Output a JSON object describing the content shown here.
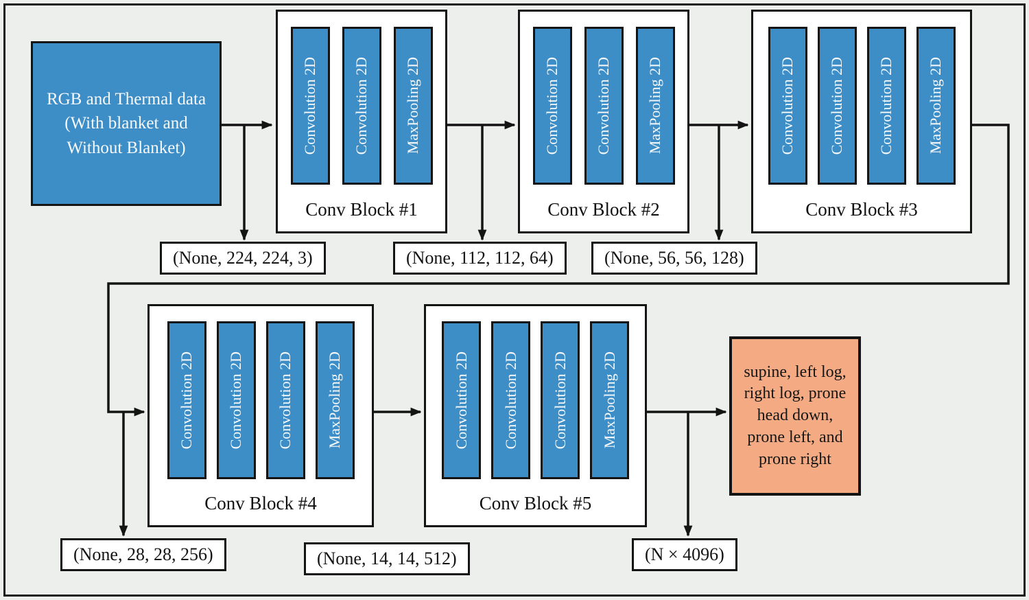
{
  "colors": {
    "block_fill": "#3d8dc6",
    "output_fill": "#f4ab84",
    "background": "#edefed",
    "line": "#141414"
  },
  "input_box": {
    "text": "RGB and Thermal data\n(With blanket and\nWithout Blanket)"
  },
  "blocks": [
    {
      "label": "Conv Block #1",
      "layers": [
        "Convolution 2D",
        "Convolution 2D",
        "MaxPooling 2D"
      ]
    },
    {
      "label": "Conv Block #2",
      "layers": [
        "Convolution 2D",
        "Convolution 2D",
        "MaxPooling 2D"
      ]
    },
    {
      "label": "Conv Block #3",
      "layers": [
        "Convolution 2D",
        "Convolution 2D",
        "Convolution 2D",
        "MaxPooling 2D"
      ]
    },
    {
      "label": "Conv Block #4",
      "layers": [
        "Convolution 2D",
        "Convolution 2D",
        "Convolution 2D",
        "MaxPooling 2D"
      ]
    },
    {
      "label": "Conv Block #5",
      "layers": [
        "Convolution 2D",
        "Convolution 2D",
        "Convolution 2D",
        "MaxPooling 2D"
      ]
    }
  ],
  "shapes": [
    "(None, 224, 224, 3)",
    "(None, 112, 112, 64)",
    "(None, 56, 56, 128)",
    "(None, 28, 28, 256)",
    "(None, 14, 14, 512)",
    "(N × 4096)"
  ],
  "output_box": {
    "text": "supine, left log,\nright log, prone\nhead down,\nprone left, and\nprone right"
  }
}
